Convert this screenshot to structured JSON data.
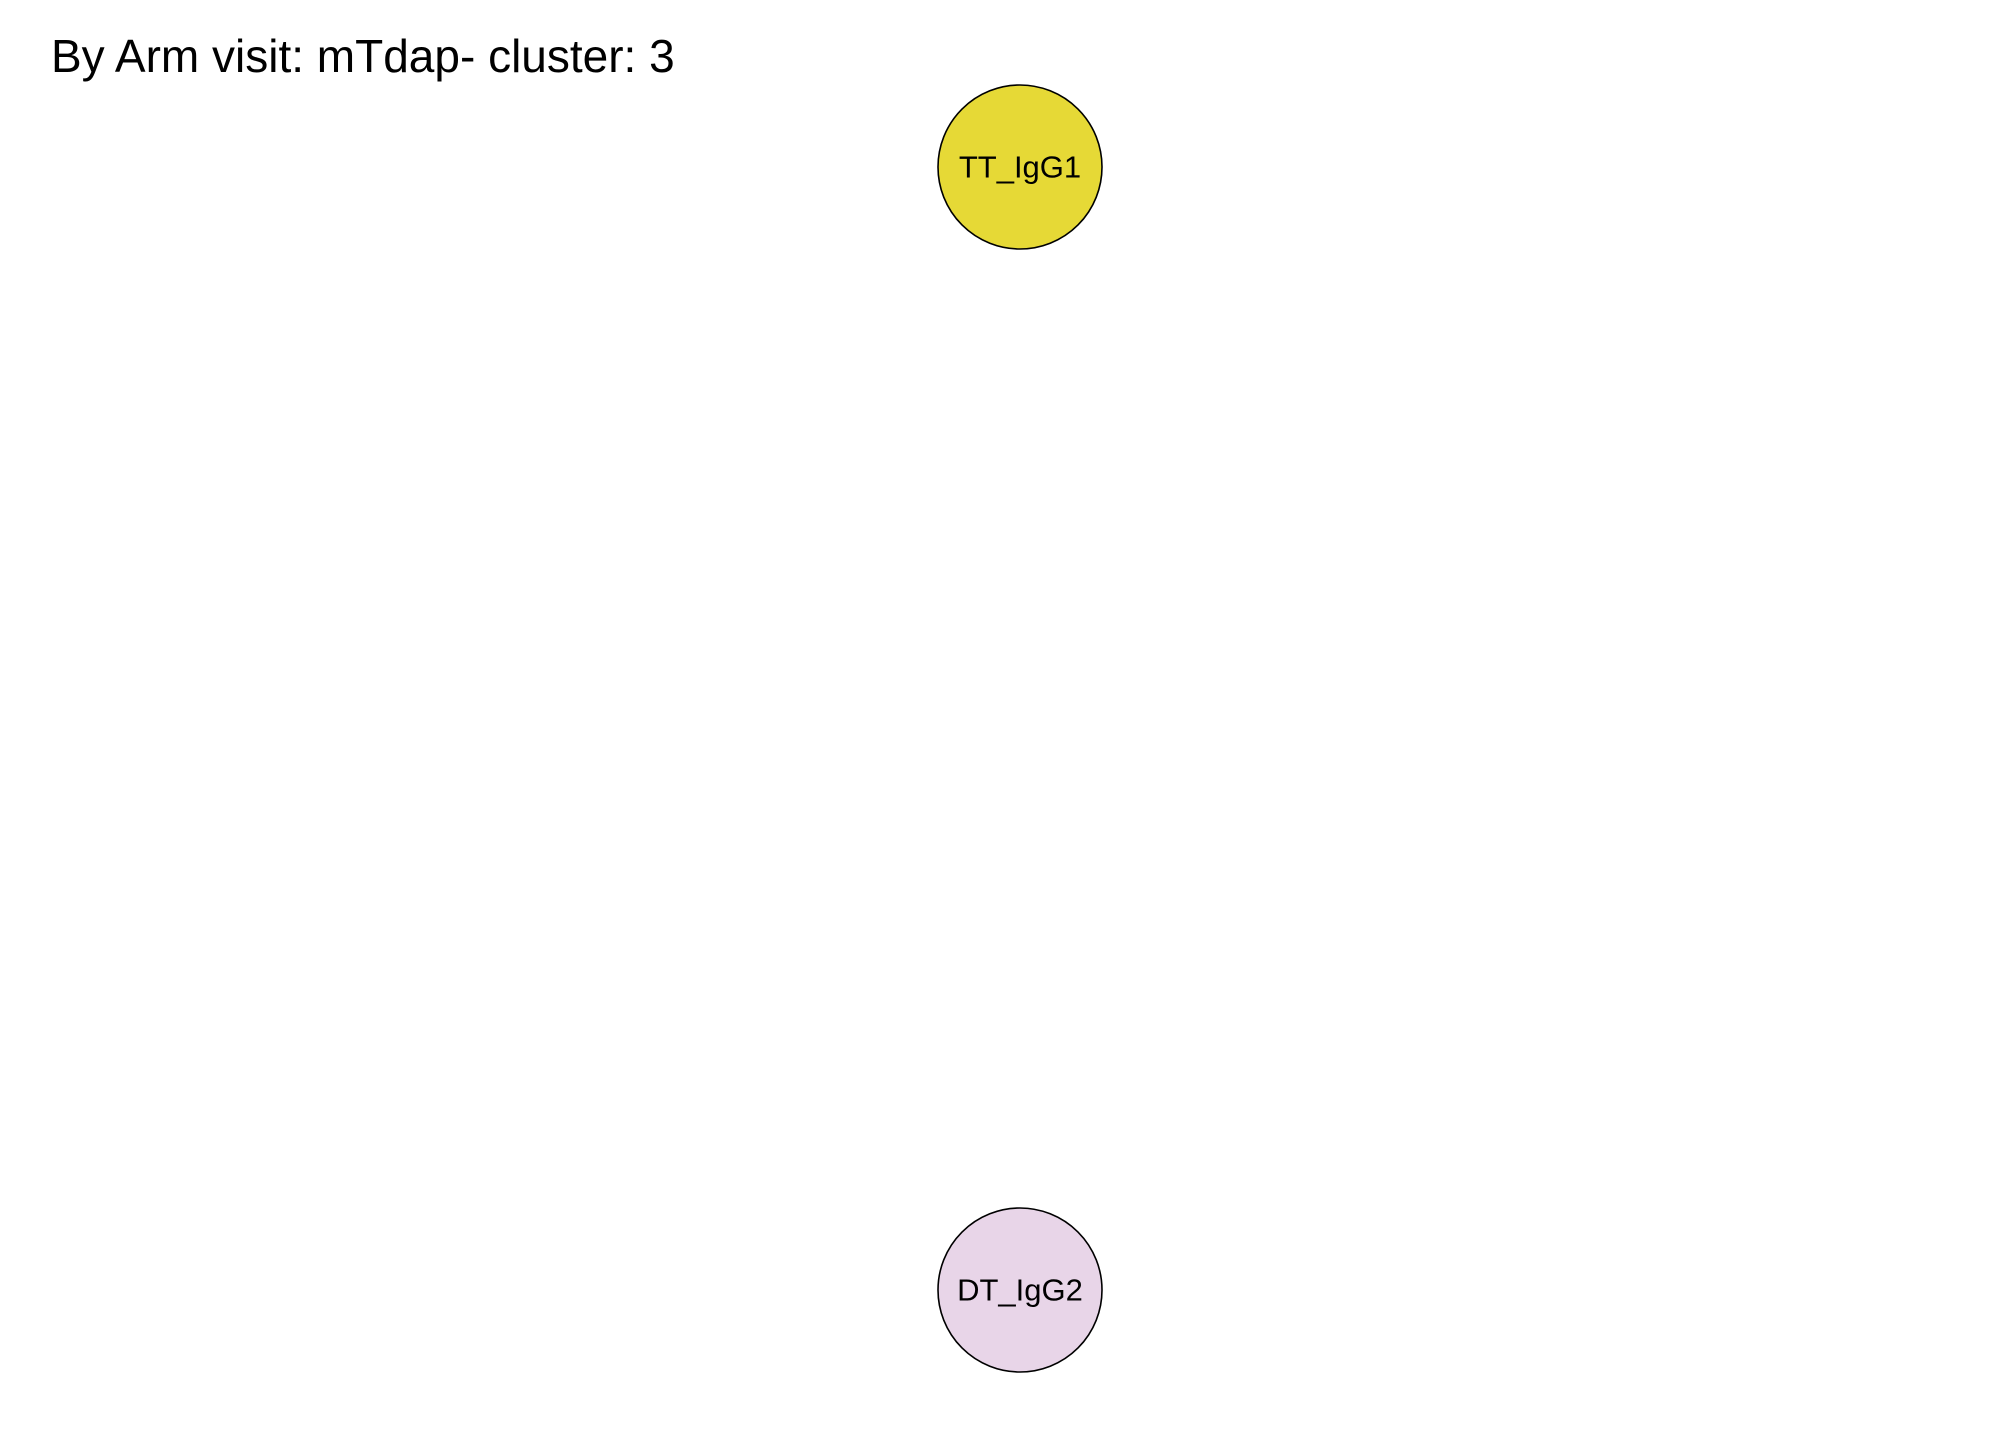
{
  "title": "By Arm visit: mTdap- cluster: 3",
  "nodes": [
    {
      "label": "TT_IgG1",
      "color": "#e6d936"
    },
    {
      "label": "DT_IgG2",
      "color": "#e8d5e8"
    }
  ]
}
